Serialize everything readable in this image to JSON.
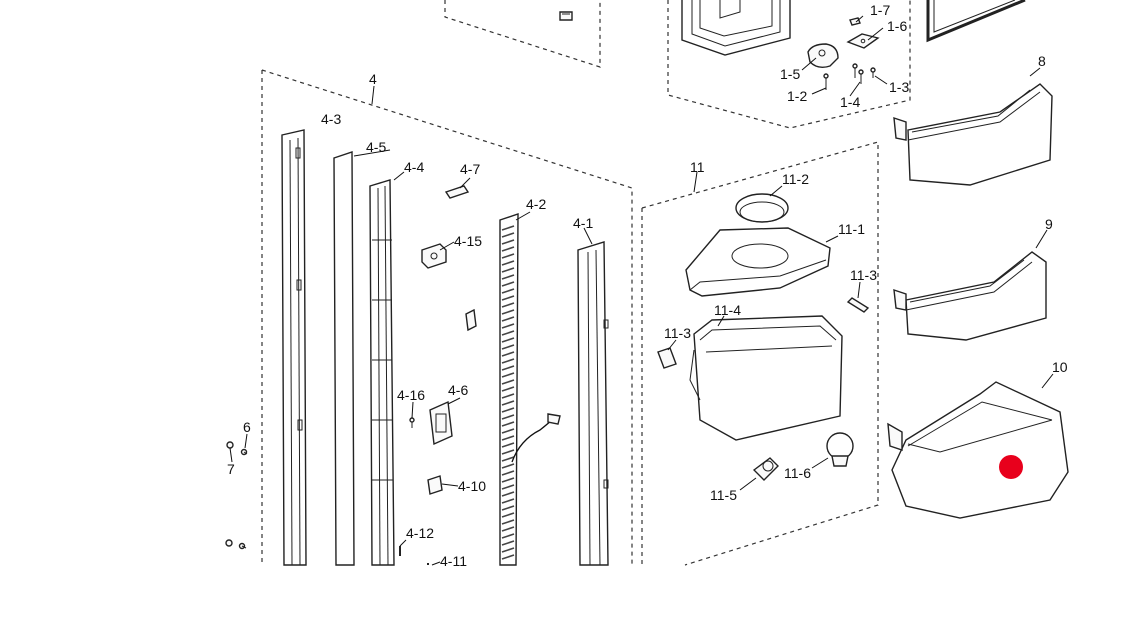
{
  "diagram": {
    "labels": {
      "p1_2": "1-2",
      "p1_3": "1-3",
      "p1_4": "1-4",
      "p1_5": "1-5",
      "p1_6": "1-6",
      "p1_7": "1-7",
      "p4": "4",
      "p4_1": "4-1",
      "p4_2": "4-2",
      "p4_3": "4-3",
      "p4_4": "4-4",
      "p4_5": "4-5",
      "p4_6": "4-6",
      "p4_7": "4-7",
      "p4_10": "4-10",
      "p4_11": "4-11",
      "p4_12": "4-12",
      "p4_15": "4-15",
      "p4_16": "4-16",
      "p6": "6",
      "p7": "7",
      "p8": "8",
      "p9": "9",
      "p10": "10",
      "p11": "11",
      "p11_1": "11-1",
      "p11_2": "11-2",
      "p11_3a": "11-3",
      "p11_3b": "11-3",
      "p11_4": "11-4",
      "p11_5": "11-5",
      "p11_6": "11-6"
    },
    "highlight_color": "#e8001c"
  }
}
